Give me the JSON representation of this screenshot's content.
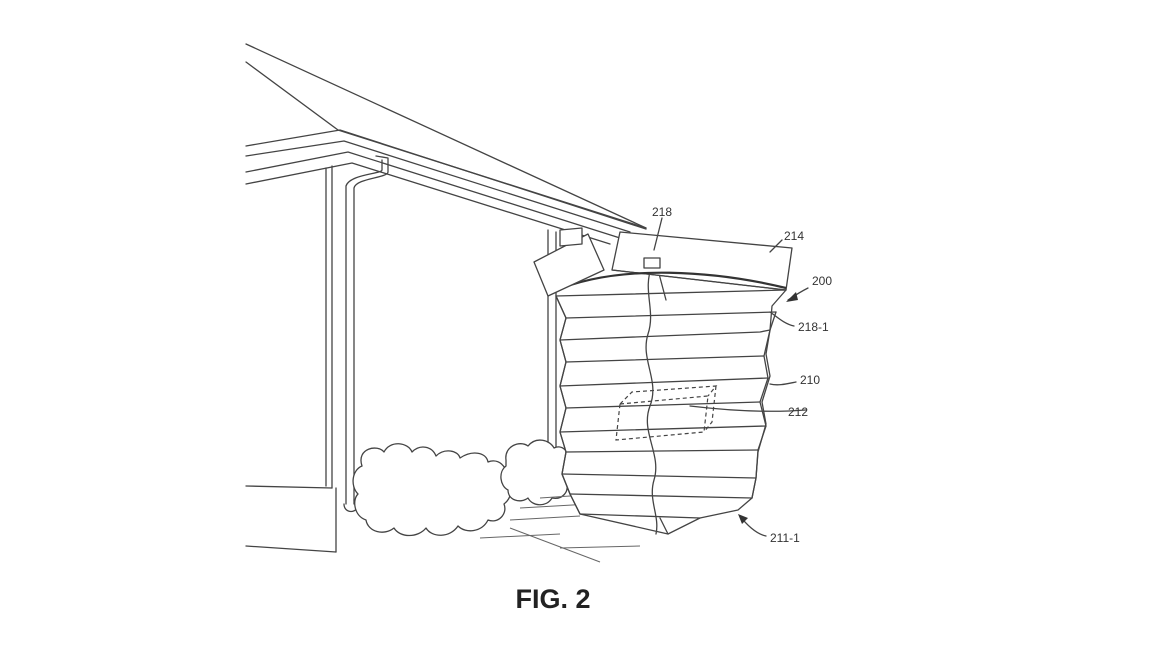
{
  "figure": {
    "caption": "FIG. 2",
    "labels": {
      "l200": "200",
      "l210": "210",
      "l211_1": "211-1",
      "l212": "212",
      "l214": "214",
      "l218": "218",
      "l218_1": "218-1"
    }
  }
}
